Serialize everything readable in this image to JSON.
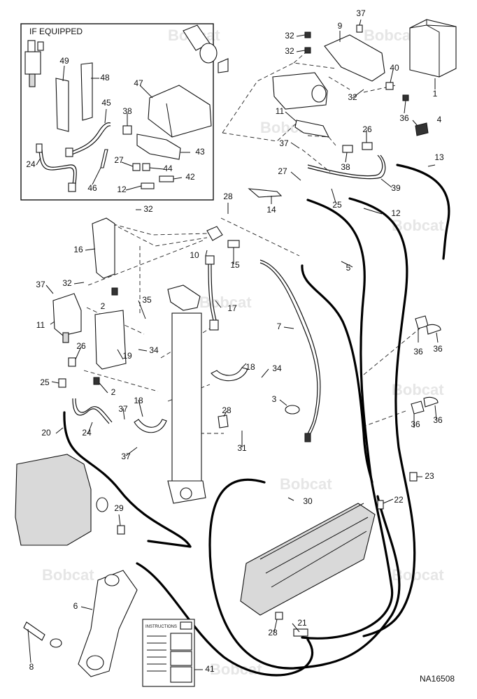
{
  "diagram": {
    "inset_title": "IF EQUIPPED",
    "document_id": "NA16508",
    "watermark": "Bobcat",
    "instructions_label": "INSTRUCTIONS",
    "callouts": [
      {
        "id": "c1",
        "label": "1"
      },
      {
        "id": "c2a",
        "label": "2"
      },
      {
        "id": "c2b",
        "label": "2"
      },
      {
        "id": "c3",
        "label": "3"
      },
      {
        "id": "c4",
        "label": "4"
      },
      {
        "id": "c5",
        "label": "5"
      },
      {
        "id": "c6",
        "label": "6"
      },
      {
        "id": "c7",
        "label": "7"
      },
      {
        "id": "c8",
        "label": "8"
      },
      {
        "id": "c9",
        "label": "9"
      },
      {
        "id": "c10",
        "label": "10"
      },
      {
        "id": "c11a",
        "label": "11"
      },
      {
        "id": "c11b",
        "label": "11"
      },
      {
        "id": "c12a",
        "label": "12"
      },
      {
        "id": "c12b",
        "label": "12"
      },
      {
        "id": "c13",
        "label": "13"
      },
      {
        "id": "c14",
        "label": "14"
      },
      {
        "id": "c15",
        "label": "15"
      },
      {
        "id": "c16",
        "label": "16"
      },
      {
        "id": "c17",
        "label": "17"
      },
      {
        "id": "c18a",
        "label": "18"
      },
      {
        "id": "c18b",
        "label": "18"
      },
      {
        "id": "c19",
        "label": "19"
      },
      {
        "id": "c20",
        "label": "20"
      },
      {
        "id": "c21",
        "label": "21"
      },
      {
        "id": "c22",
        "label": "22"
      },
      {
        "id": "c23",
        "label": "23"
      },
      {
        "id": "c24a",
        "label": "24"
      },
      {
        "id": "c24b",
        "label": "24"
      },
      {
        "id": "c25a",
        "label": "25"
      },
      {
        "id": "c25b",
        "label": "25"
      },
      {
        "id": "c26a",
        "label": "26"
      },
      {
        "id": "c26b",
        "label": "26"
      },
      {
        "id": "c27a",
        "label": "27"
      },
      {
        "id": "c27b",
        "label": "27"
      },
      {
        "id": "c28a",
        "label": "28"
      },
      {
        "id": "c28b",
        "label": "28"
      },
      {
        "id": "c28c",
        "label": "28"
      },
      {
        "id": "c29",
        "label": "29"
      },
      {
        "id": "c30",
        "label": "30"
      },
      {
        "id": "c31",
        "label": "31"
      },
      {
        "id": "c32a",
        "label": "32"
      },
      {
        "id": "c32b",
        "label": "32"
      },
      {
        "id": "c32c",
        "label": "32"
      },
      {
        "id": "c32d",
        "label": "32"
      },
      {
        "id": "c32e",
        "label": "32"
      },
      {
        "id": "c34a",
        "label": "34"
      },
      {
        "id": "c34b",
        "label": "34"
      },
      {
        "id": "c35",
        "label": "35"
      },
      {
        "id": "c36a",
        "label": "36"
      },
      {
        "id": "c36b",
        "label": "36"
      },
      {
        "id": "c36c",
        "label": "36"
      },
      {
        "id": "c36d",
        "label": "36"
      },
      {
        "id": "c36e",
        "label": "36"
      },
      {
        "id": "c37a",
        "label": "37"
      },
      {
        "id": "c37b",
        "label": "37"
      },
      {
        "id": "c37c",
        "label": "37"
      },
      {
        "id": "c37d",
        "label": "37"
      },
      {
        "id": "c37e",
        "label": "37"
      },
      {
        "id": "c38a",
        "label": "38"
      },
      {
        "id": "c38b",
        "label": "38"
      },
      {
        "id": "c39",
        "label": "39"
      },
      {
        "id": "c40",
        "label": "40"
      },
      {
        "id": "c41",
        "label": "41"
      },
      {
        "id": "c42",
        "label": "42"
      },
      {
        "id": "c43",
        "label": "43"
      },
      {
        "id": "c44",
        "label": "44"
      },
      {
        "id": "c45",
        "label": "45"
      },
      {
        "id": "c46",
        "label": "46"
      },
      {
        "id": "c47",
        "label": "47"
      },
      {
        "id": "c48",
        "label": "48"
      },
      {
        "id": "c49",
        "label": "49"
      }
    ]
  }
}
